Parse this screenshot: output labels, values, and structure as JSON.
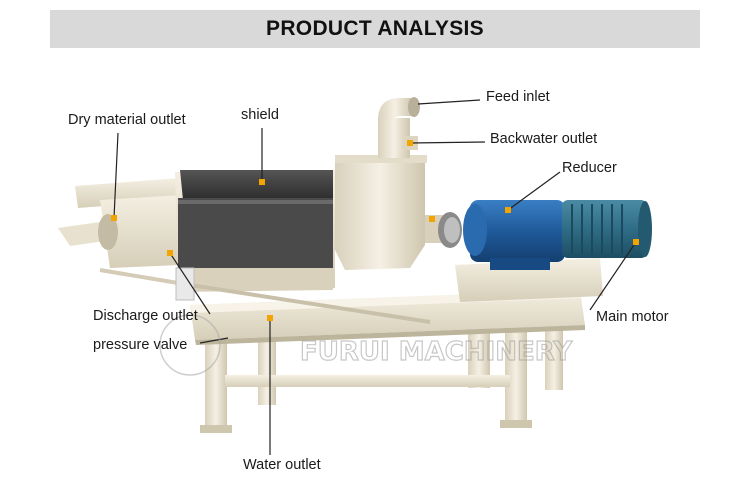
{
  "header": {
    "title": "PRODUCT ANALYSIS"
  },
  "labels": {
    "dry_material_outlet": "Dry material outlet",
    "shield": "shield",
    "feed_inlet": "Feed inlet",
    "backwater_outlet": "Backwater outlet",
    "reducer": "Reducer",
    "main_motor": "Main motor",
    "discharge_outlet": "Discharge outlet",
    "pressure_valve": "pressure valve",
    "water_outlet": "Water outlet"
  },
  "watermark": {
    "text": "FURUI MACHINERY"
  },
  "colors": {
    "frame": "#ece6d6",
    "frame_shadow": "#c9c0aa",
    "shield": "#3e3e3e",
    "motor_blue": "#1f5a9a",
    "motor_teal": "#2f6d86",
    "marker": "#f2a400",
    "banner_bg": "#d9d9d9"
  }
}
